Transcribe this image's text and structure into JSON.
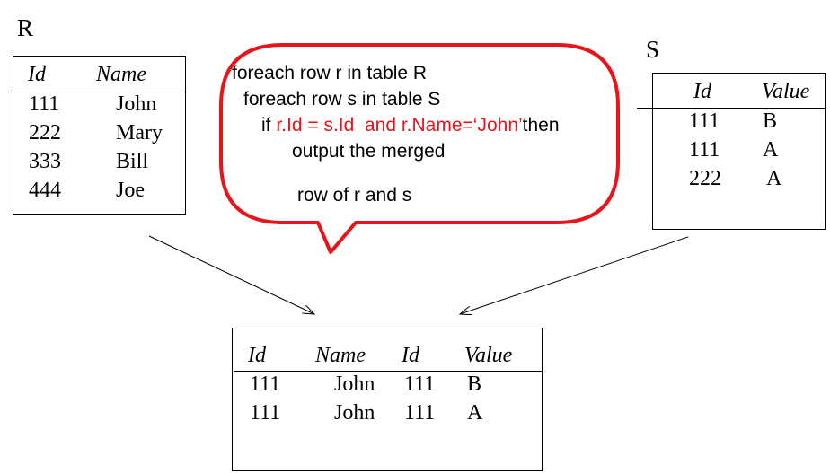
{
  "table_r": {
    "name": "R",
    "headers": [
      "Id",
      "Name"
    ],
    "rows": [
      [
        "111",
        "John"
      ],
      [
        "222",
        "Mary"
      ],
      [
        "333",
        "Bill"
      ],
      [
        "444",
        "Joe"
      ]
    ]
  },
  "table_s": {
    "name": "S",
    "headers": [
      "Id",
      "Value"
    ],
    "rows": [
      [
        "111",
        "B"
      ],
      [
        "111",
        "A"
      ],
      [
        "222",
        "A"
      ]
    ]
  },
  "result": {
    "headers": [
      "Id",
      "Name",
      "Id",
      "Value"
    ],
    "rows": [
      [
        "111",
        "John",
        "111",
        "B"
      ],
      [
        "111",
        "John",
        "111",
        "A"
      ]
    ]
  },
  "callout": {
    "line1": "foreach row r in table R",
    "line2": "foreach row s in table S",
    "line3_if": "if",
    "line3_cond": "r.Id = s.Id  and r.Name=‘John’",
    "line3_then": "then",
    "line4": "output the merged",
    "line5": "row of r and s"
  },
  "colors": {
    "callout_border": "#e8141c",
    "condition_text": "#e8141c"
  }
}
